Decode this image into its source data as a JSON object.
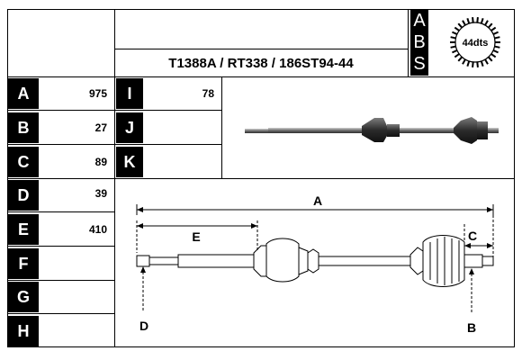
{
  "header": {
    "part_numbers": "T1388A / RT338 / 186ST94-44",
    "abs_letters": [
      "A",
      "B",
      "S"
    ],
    "teeth_badge": "44dts"
  },
  "rows_left": [
    {
      "label": "A",
      "value": "975"
    },
    {
      "label": "B",
      "value": "27"
    },
    {
      "label": "C",
      "value": "89"
    },
    {
      "label": "D",
      "value": "39"
    },
    {
      "label": "E",
      "value": "410"
    },
    {
      "label": "F",
      "value": ""
    },
    {
      "label": "G",
      "value": ""
    },
    {
      "label": "H",
      "value": ""
    }
  ],
  "rows_mid": [
    {
      "label": "I",
      "value": "78"
    },
    {
      "label": "J",
      "value": ""
    },
    {
      "label": "K",
      "value": ""
    }
  ],
  "diagram_labels": {
    "A": "A",
    "B": "B",
    "C": "C",
    "D": "D",
    "E": "E"
  }
}
